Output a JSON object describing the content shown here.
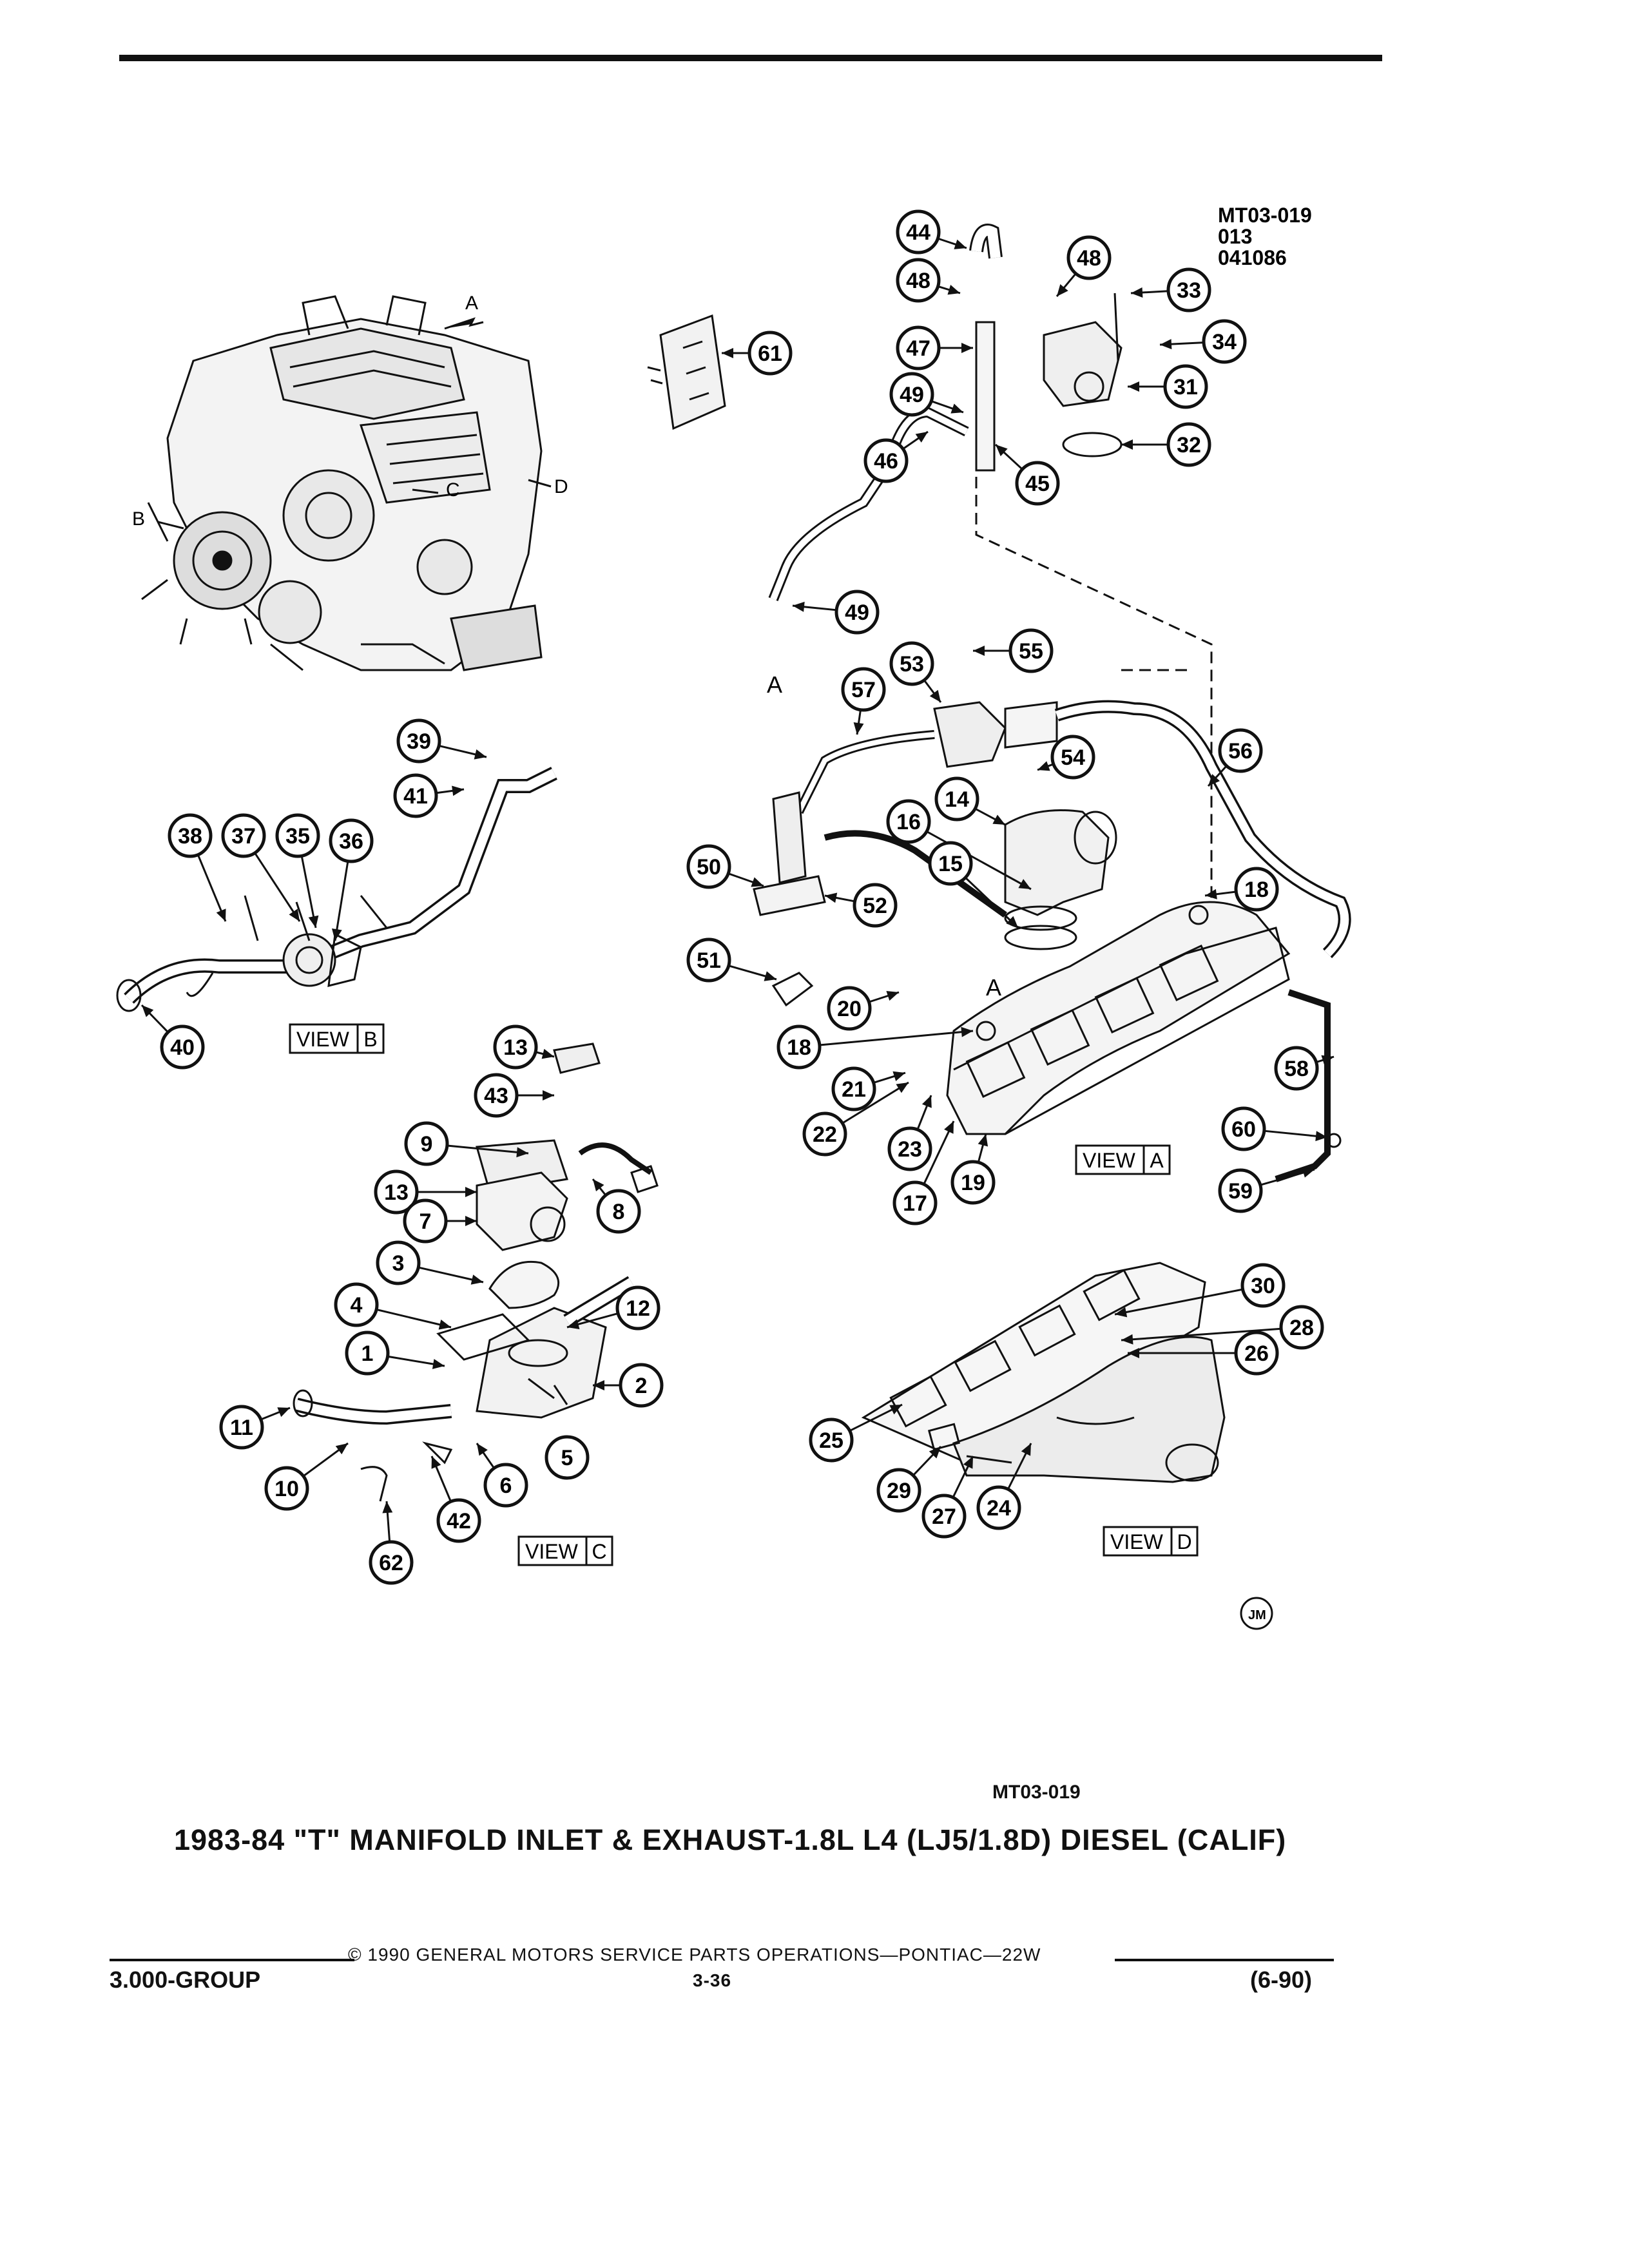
{
  "doc": {
    "ref_codes": [
      "MT03-019",
      "013",
      "041086"
    ],
    "figure_code": "MT03-019",
    "title": "1983-84 \"T\" MANIFOLD INLET & EXHAUST-1.8L L4 (LJ5/1.8D) DIESEL (CALIF)",
    "footer": {
      "copyright": "© 1990 GENERAL MOTORS SERVICE PARTS OPERATIONS—PONTIAC—22W",
      "group": "3.000-GROUP",
      "page": "3-36",
      "date": "(6-90)"
    },
    "artist_mark": "JM"
  },
  "views": {
    "view_a": [
      "VIEW",
      "A"
    ],
    "view_b": [
      "VIEW",
      "B"
    ],
    "view_c": [
      "VIEW",
      "C"
    ],
    "view_d": [
      "VIEW",
      "D"
    ]
  },
  "letters": {
    "engine_a": "A",
    "engine_b": "B",
    "engine_c": "C",
    "engine_d": "D",
    "pipe_a": "A",
    "manifold_a": "A"
  },
  "callouts": [
    "44",
    "48",
    "48",
    "33",
    "34",
    "31",
    "32",
    "61",
    "47",
    "49",
    "46",
    "45",
    "49",
    "57",
    "53",
    "55",
    "54",
    "56",
    "14",
    "16",
    "15",
    "50",
    "52",
    "51",
    "18",
    "20",
    "18",
    "21",
    "22",
    "23",
    "17",
    "19",
    "58",
    "60",
    "59",
    "39",
    "41",
    "38",
    "37",
    "35",
    "36",
    "40",
    "13",
    "43",
    "9",
    "13",
    "7",
    "8",
    "3",
    "4",
    "12",
    "1",
    "2",
    "11",
    "10",
    "6",
    "5",
    "42",
    "62",
    "30",
    "28",
    "26",
    "25",
    "29",
    "27",
    "24"
  ]
}
